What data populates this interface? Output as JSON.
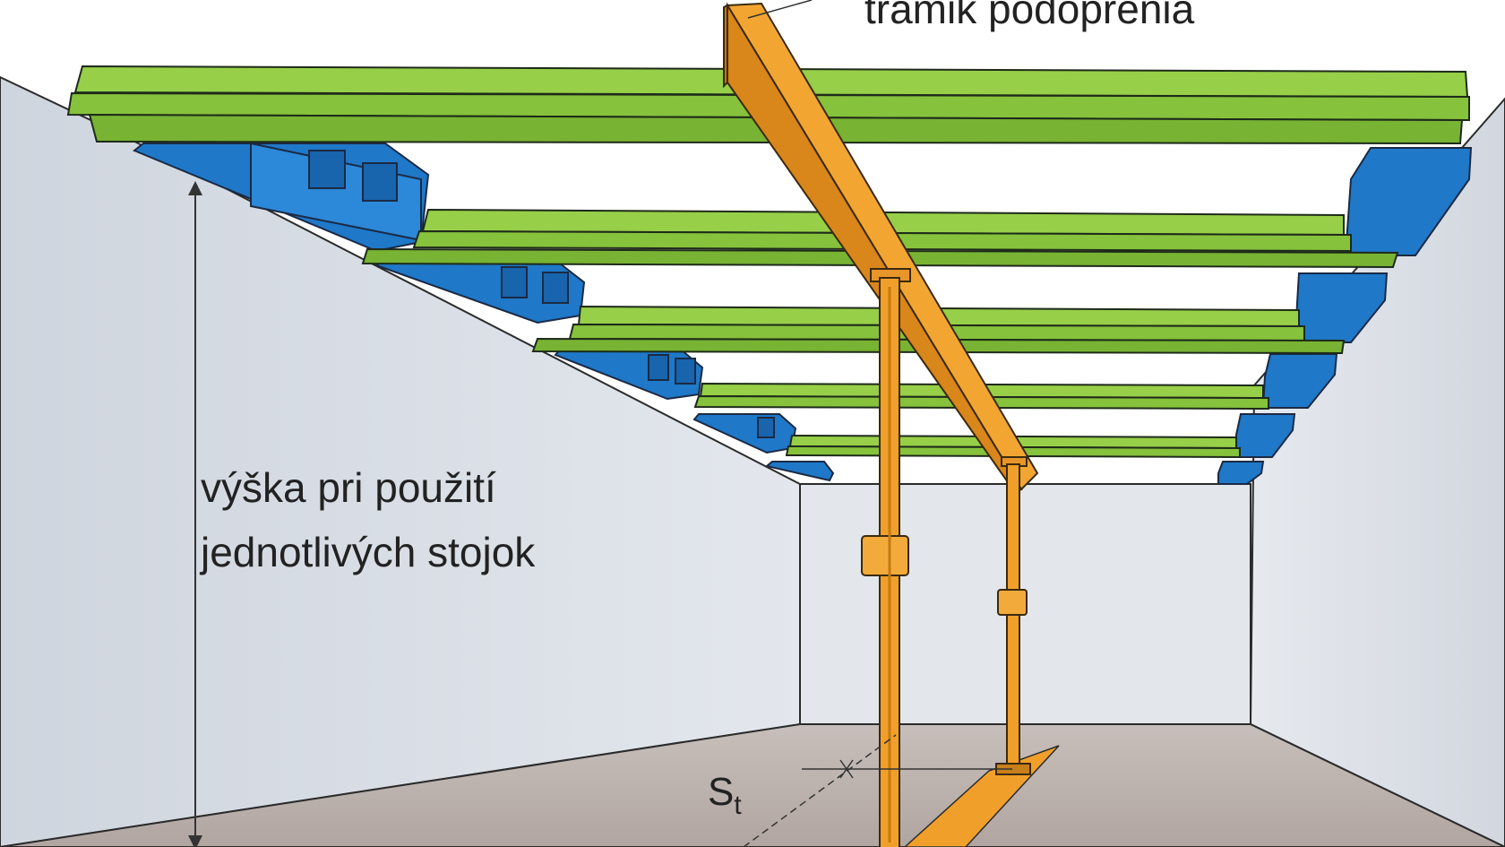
{
  "labels": {
    "support_beam": "trámik podoprenia",
    "height_line1": "výška pri použití",
    "height_line2": "jednotlivých stojok",
    "spacing_main": "S",
    "spacing_sub": "t"
  },
  "colors": {
    "green_beam": "#8cc63f",
    "blue_beam": "#1f78c8",
    "orange_timber": "#f0a02a",
    "wall_left": "#d7dce4",
    "wall_back": "#e1e5eb",
    "wall_right": "#dde1e8",
    "floor": "#b9aeaa",
    "outline": "#2b2b2b"
  }
}
